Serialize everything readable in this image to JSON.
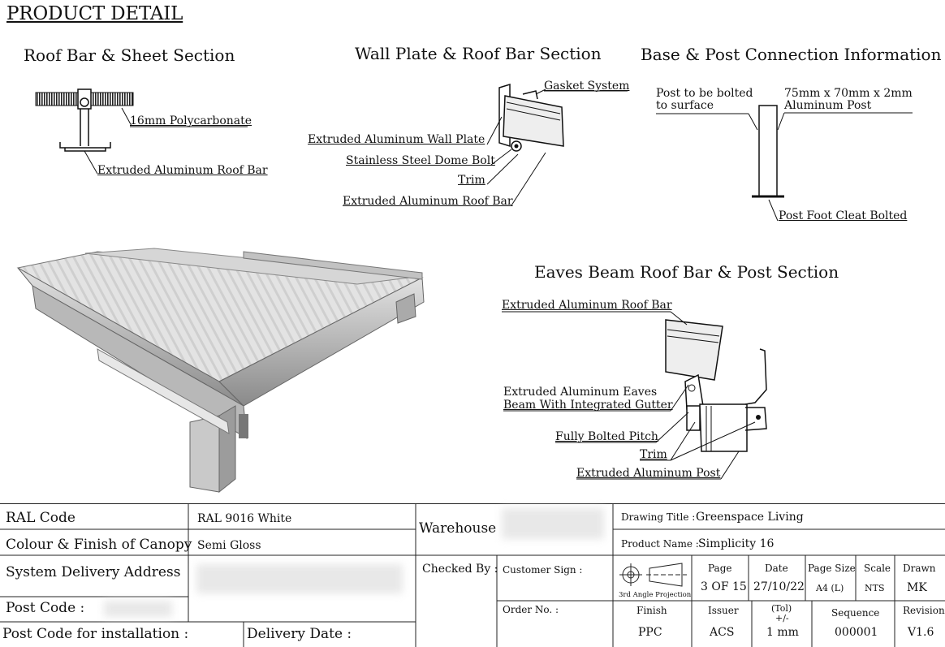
{
  "page_title": "PRODUCT DETAIL",
  "sections": {
    "roof_bar_sheet": {
      "title": "Roof Bar & Sheet Section",
      "labels": [
        "16mm Polycarbonate",
        "Extruded Aluminum Roof Bar"
      ]
    },
    "wall_plate": {
      "title": "Wall Plate & Roof Bar Section",
      "labels": [
        "Gasket System",
        "Extruded Aluminum Wall Plate",
        "Stainless Steel Dome Bolt",
        "Trim",
        "Extruded Aluminum Roof Bar"
      ]
    },
    "base_post": {
      "title": "Base & Post Connection Information",
      "label_left_1": "Post to be bolted",
      "label_left_2": "to surface",
      "label_right_1": "75mm x 70mm x 2mm",
      "label_right_2": "Aluminum Post",
      "label_bottom": "Post Foot Cleat Bolted"
    },
    "eaves": {
      "title": "Eaves Beam Roof Bar & Post Section",
      "label_top": "Extruded Aluminum Roof Bar",
      "label_eaves_1": "Extruded Aluminum Eaves",
      "label_eaves_2": "Beam With Integrated Gutter",
      "label_pitch": "Fully Bolted Pitch",
      "label_trim": "Trim",
      "label_post": "Extruded Aluminum Post"
    }
  },
  "title_block": {
    "ral_code_label": "RAL Code",
    "ral_code_value": "RAL 9016 White",
    "colour_label": "Colour & Finish of Canopy",
    "colour_value": "Semi Gloss",
    "address_label": "System Delivery Address",
    "postcode_label": "Post Code :",
    "postcode_install_label": "Post Code for installation :",
    "delivery_date_label": "Delivery Date :",
    "warehouse_label": "Warehouse",
    "checked_by_label": "Checked By :",
    "customer_sign_label": "Customer Sign :",
    "order_no_label": "Order No. :",
    "drawing_title_label": "Drawing Title :",
    "drawing_title_value": "Greenspace Living",
    "product_name_label": "Product Name :",
    "product_name_value": "Simplicity 16",
    "projection_label": "3rd Angle Projection",
    "page_label": "Page",
    "page_value": "3 OF 15",
    "date_label": "Date",
    "date_value": "27/10/22",
    "page_size_label": "Page Size",
    "page_size_value": "A4 (L)",
    "scale_label": "Scale",
    "scale_value": "NTS",
    "drawn_label": "Drawn",
    "drawn_value": "MK",
    "finish_label": "Finish",
    "finish_value": "PPC",
    "issuer_label": "Issuer",
    "issuer_value": "ACS",
    "tol_label_1": "(Tol)",
    "tol_label_2": "+/-",
    "tol_value": "1 mm",
    "sequence_label": "Sequence",
    "sequence_value": "000001",
    "revision_label": "Revision",
    "revision_value": "V1.6"
  }
}
